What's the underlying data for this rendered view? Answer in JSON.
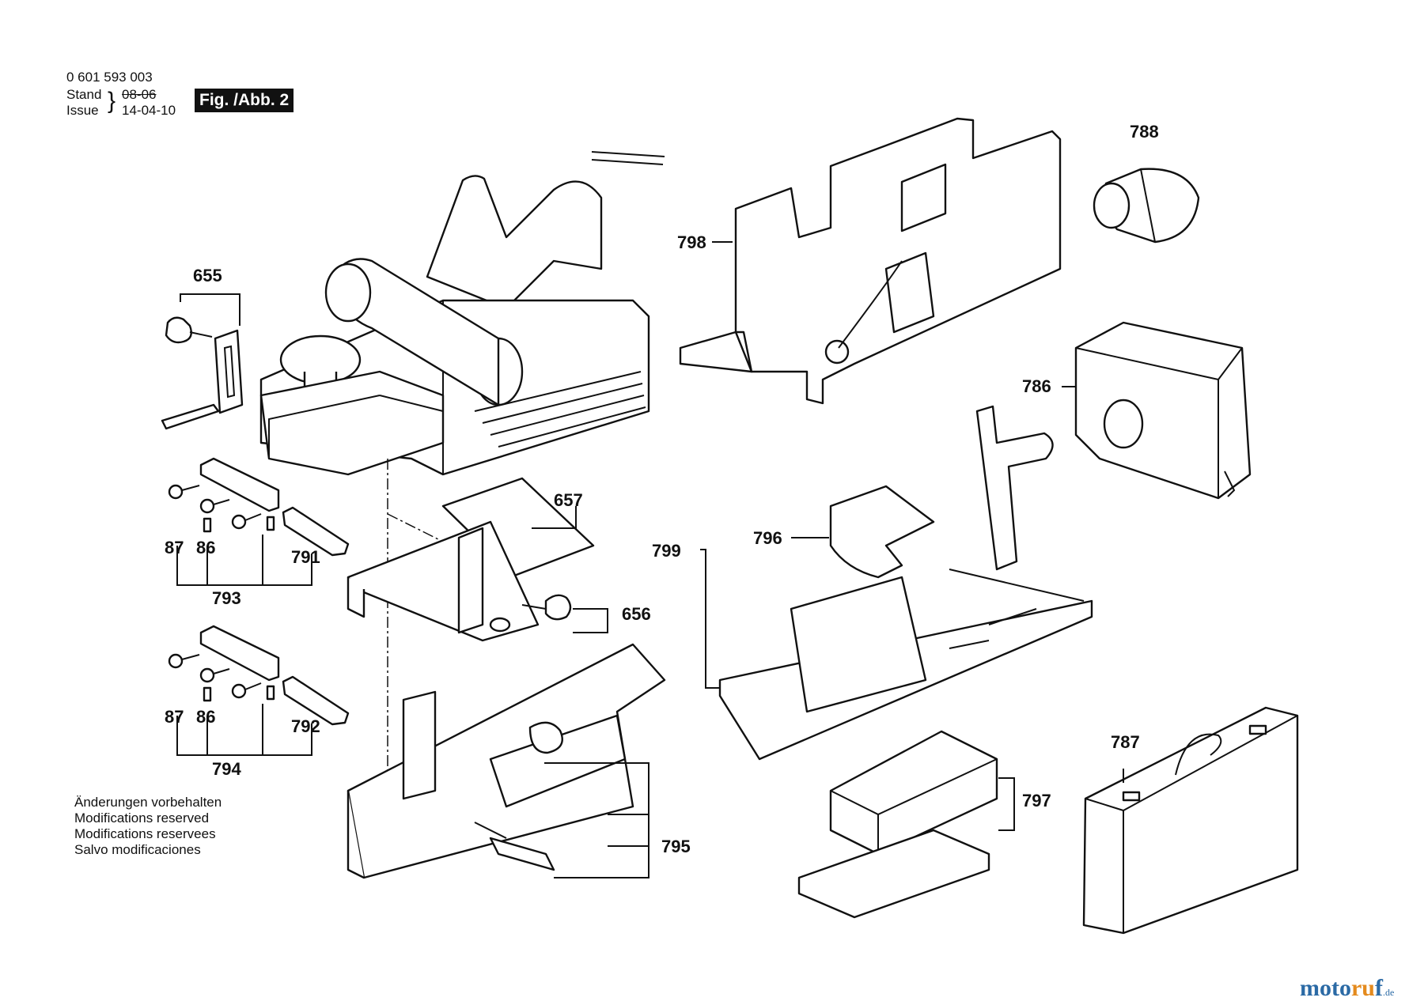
{
  "header": {
    "part_number": "0 601 593 003",
    "stand_label": "Stand",
    "issue_label": "Issue",
    "stand_date_struck": "08-06",
    "issue_date": "14-04-10",
    "figure_label": "Fig. /Abb. 2"
  },
  "parts": {
    "p655": "655",
    "p657": "657",
    "p656": "656",
    "p87a": "87",
    "p86a": "86",
    "p791": "791",
    "p793": "793",
    "p87b": "87",
    "p86b": "86",
    "p792": "792",
    "p794": "794",
    "p795": "795",
    "p798": "798",
    "p788": "788",
    "p786": "786",
    "p796": "796",
    "p799": "799",
    "p797": "797",
    "p787": "787"
  },
  "footer": {
    "line1": "Änderungen vorbehalten",
    "line2": "Modifications reserved",
    "line3": "Modifications reservees",
    "line4": "Salvo modificaciones"
  },
  "watermark": {
    "part1": "moto",
    "part2": "ru",
    "part3": "f",
    "tld": ".de"
  }
}
